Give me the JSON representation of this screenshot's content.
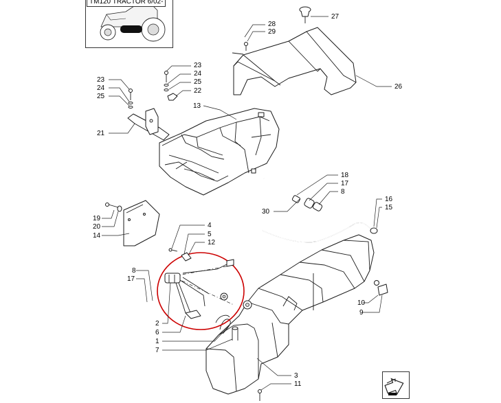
{
  "header": {
    "title_text": "TM120 TRACTOR 6/02-",
    "thumbnail_icon": "tractor-thumbnail"
  },
  "navigation": {
    "next_page_icon": "next-page-arrow-icon"
  },
  "callouts": [
    {
      "id": "c27",
      "label": "27"
    },
    {
      "id": "c28",
      "label": "28"
    },
    {
      "id": "c29",
      "label": "29"
    },
    {
      "id": "c26",
      "label": "26"
    },
    {
      "id": "c23a",
      "label": "23"
    },
    {
      "id": "c24a",
      "label": "24"
    },
    {
      "id": "c25a",
      "label": "25"
    },
    {
      "id": "c22",
      "label": "22"
    },
    {
      "id": "c23b",
      "label": "23"
    },
    {
      "id": "c24b",
      "label": "24"
    },
    {
      "id": "c25b",
      "label": "25"
    },
    {
      "id": "c13",
      "label": "13"
    },
    {
      "id": "c21",
      "label": "21"
    },
    {
      "id": "c18",
      "label": "18"
    },
    {
      "id": "c17a",
      "label": "17"
    },
    {
      "id": "c8a",
      "label": "8"
    },
    {
      "id": "c30",
      "label": "30"
    },
    {
      "id": "c16",
      "label": "16"
    },
    {
      "id": "c15",
      "label": "15"
    },
    {
      "id": "c19",
      "label": "19"
    },
    {
      "id": "c20",
      "label": "20"
    },
    {
      "id": "c14",
      "label": "14"
    },
    {
      "id": "c4",
      "label": "4"
    },
    {
      "id": "c5",
      "label": "5"
    },
    {
      "id": "c12",
      "label": "12"
    },
    {
      "id": "c8b",
      "label": "8"
    },
    {
      "id": "c17b",
      "label": "17"
    },
    {
      "id": "c10",
      "label": "10"
    },
    {
      "id": "c9",
      "label": "9"
    },
    {
      "id": "c2",
      "label": "2"
    },
    {
      "id": "c6",
      "label": "6"
    },
    {
      "id": "c1",
      "label": "1"
    },
    {
      "id": "c7",
      "label": "7"
    },
    {
      "id": "c3",
      "label": "3"
    },
    {
      "id": "c11",
      "label": "11"
    }
  ],
  "highlight_color": "#cc0000"
}
